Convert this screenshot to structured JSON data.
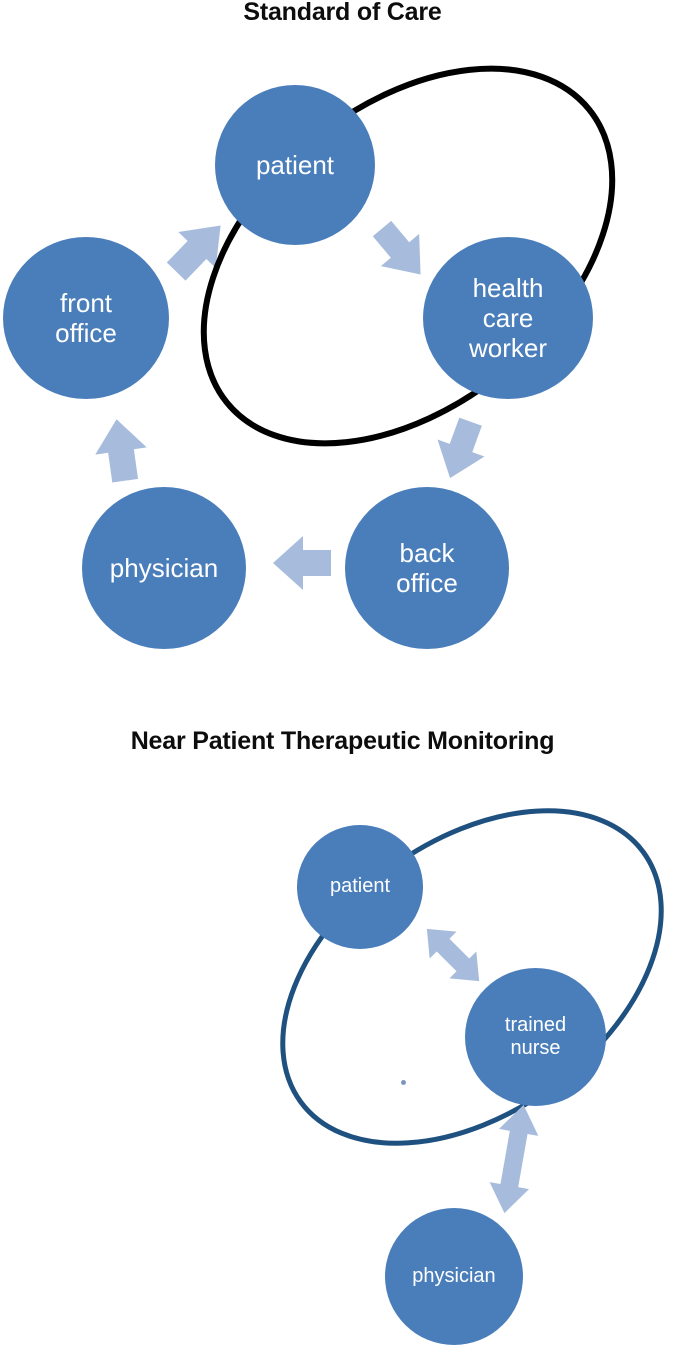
{
  "figure": {
    "type": "diagram",
    "description": "Two-panel comparison diagram of clinical care workflows",
    "background": "#FFFFFF",
    "colors": {
      "node_fill": "#4A7EBB",
      "node_text": "#FFFFFF",
      "arrow_fill": "#A7BCDC",
      "ellipse_top_stroke": "#000000",
      "ellipse_bottom_stroke": "#1F5180",
      "title_text": "#0D0D0D"
    }
  },
  "panels": [
    {
      "id": "standard-of-care",
      "title": "Standard of Care",
      "grouping_ellipse": {
        "stroke": "#000000",
        "stroke_width": 6,
        "encloses": [
          "patient",
          "health care worker"
        ]
      },
      "nodes": [
        {
          "id": "patient",
          "label": "patient",
          "lines": [
            "patient"
          ]
        },
        {
          "id": "health-care-worker",
          "label": "health care worker",
          "lines": [
            "health",
            "care",
            "worker"
          ]
        },
        {
          "id": "front-office",
          "label": "front office",
          "lines": [
            "front",
            "office"
          ]
        },
        {
          "id": "physician",
          "label": "physician",
          "lines": [
            "physician"
          ]
        },
        {
          "id": "back-office",
          "label": "back office",
          "lines": [
            "back",
            "office"
          ]
        }
      ],
      "arrows": [
        {
          "id": "front-office-to-patient",
          "from": "front office",
          "to": "patient",
          "style": "single"
        },
        {
          "id": "patient-to-health-care-worker",
          "from": "patient",
          "to": "health care worker",
          "style": "single"
        },
        {
          "id": "health-care-worker-to-back-office",
          "from": "health care worker",
          "to": "back office",
          "style": "single"
        },
        {
          "id": "back-office-to-physician",
          "from": "back office",
          "to": "physician",
          "style": "single"
        },
        {
          "id": "physician-to-front-office",
          "from": "physician",
          "to": "front office",
          "style": "single"
        }
      ]
    },
    {
      "id": "near-patient-therapeutic-monitoring",
      "title": "Near Patient Therapeutic Monitoring",
      "grouping_ellipse": {
        "stroke": "#1F5180",
        "stroke_width": 5,
        "encloses": [
          "patient",
          "trained nurse"
        ]
      },
      "nodes": [
        {
          "id": "patient",
          "label": "patient",
          "lines": [
            "patient"
          ]
        },
        {
          "id": "trained-nurse",
          "label": "trained nurse",
          "lines": [
            "trained",
            "nurse"
          ]
        },
        {
          "id": "physician",
          "label": "physician",
          "lines": [
            "physician"
          ]
        }
      ],
      "arrows": [
        {
          "id": "patient-trained-nurse",
          "from": "patient",
          "to": "trained nurse",
          "style": "double"
        },
        {
          "id": "trained-nurse-physician",
          "from": "trained nurse",
          "to": "physician",
          "style": "double"
        }
      ]
    }
  ]
}
